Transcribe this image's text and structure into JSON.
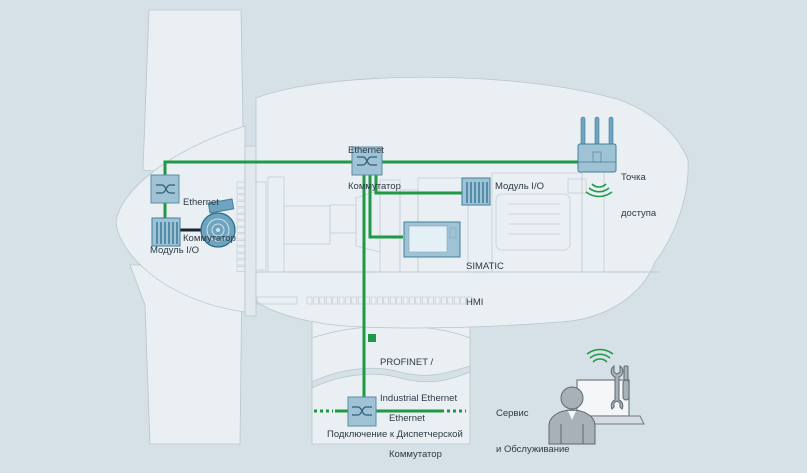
{
  "colors": {
    "background": "#d6e0e7",
    "shell": "#eaeff3",
    "outline": "#b9c5ce",
    "network": "#1e9a45",
    "device_fill": "#9fc3d4",
    "device_stroke": "#5b8ba3"
  },
  "labels": {
    "hub_switch": {
      "line1": "Ethernet",
      "line2": "Коммутатор"
    },
    "hub_io": "Модуль I/O",
    "main_switch": {
      "line1": "Ethernet",
      "line2": "Коммутатор"
    },
    "access_point": {
      "line1": "Точка",
      "line2": "доступа"
    },
    "nacelle_io": "Модуль I/O",
    "hmi": {
      "line1": "SIMATIC",
      "line2": "HMI"
    },
    "legend": {
      "line1": "PROFINET /",
      "line2": "Industrial Ethernet"
    },
    "tower_switch": {
      "line1": "Ethernet",
      "line2": "Коммутатор"
    },
    "control_room": "Подключение к Диспетчерской",
    "service": {
      "line1": "Сервис",
      "line2": "и Обслуживание"
    }
  }
}
